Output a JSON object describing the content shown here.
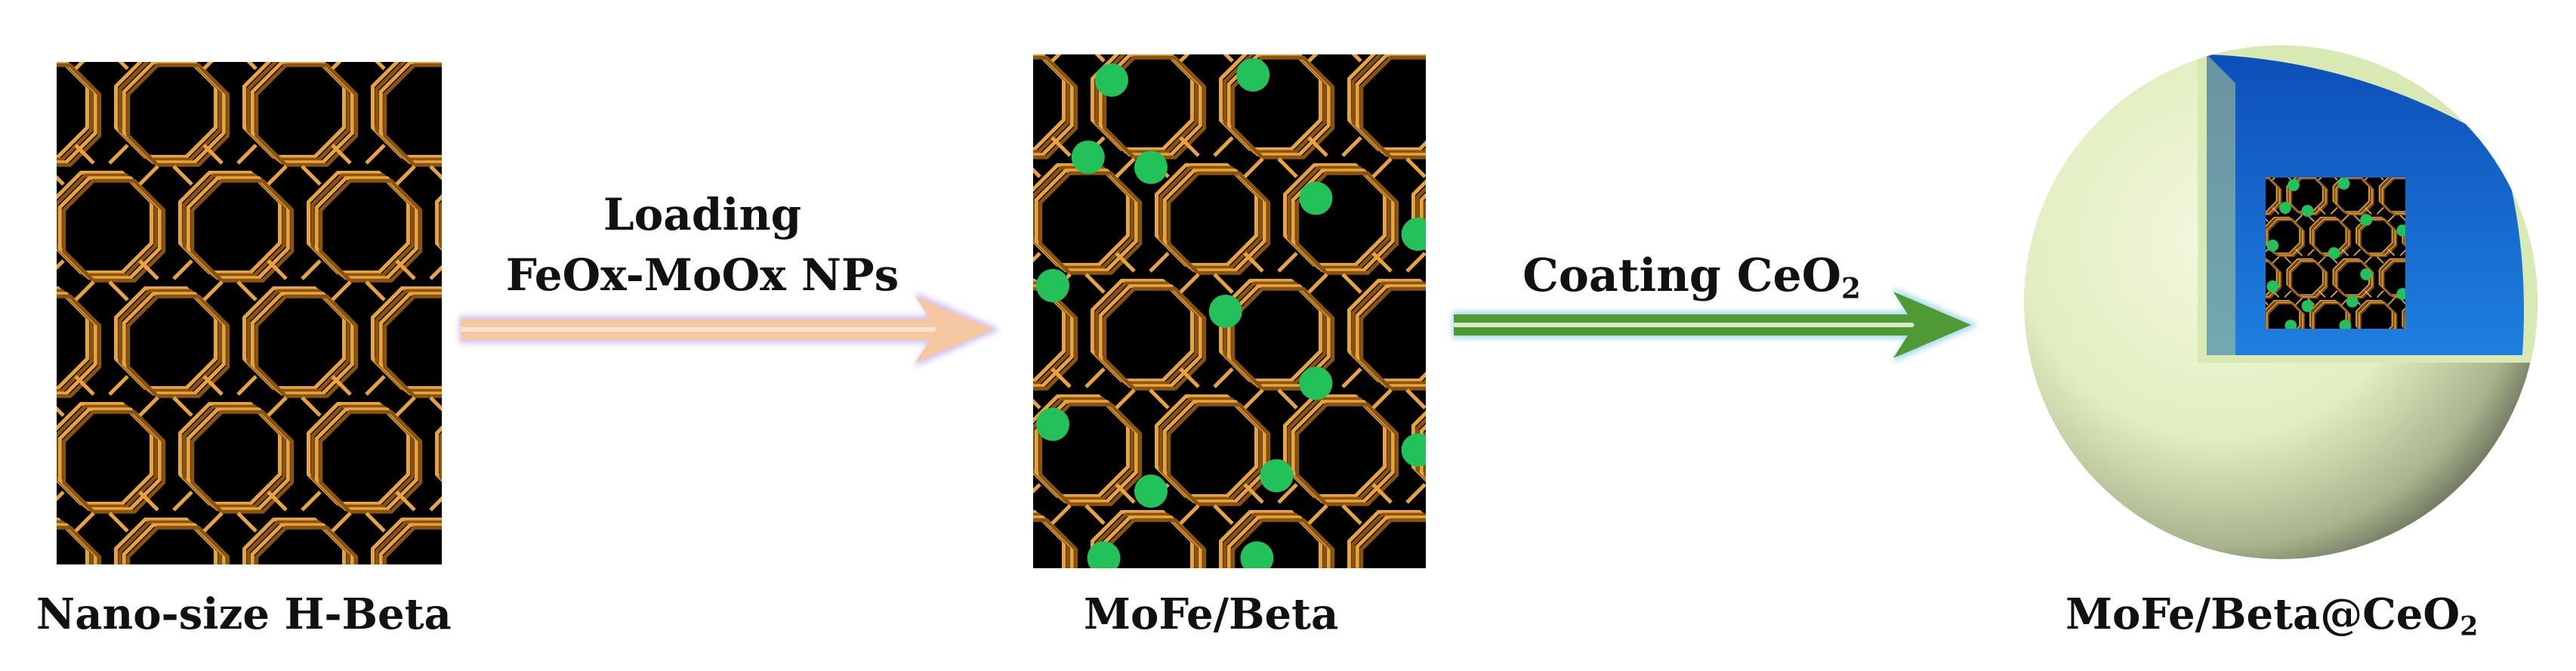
{
  "stages": [
    {
      "label": "Nano-size H-Beta"
    },
    {
      "label": "MoFe/Beta"
    },
    {
      "label_main": "MoFe/Beta@CeO",
      "label_sub": "2"
    }
  ],
  "steps": [
    {
      "line1": "Loading",
      "line2": "FeOx-MoOx NPs"
    },
    {
      "text_main": "Coating CeO",
      "text_sub": "2"
    }
  ],
  "colors": {
    "framework": "#e8a33a",
    "framework_dark": "#8a5410",
    "nanoparticle": "#22c15a",
    "arrow1": "#f6c7a3",
    "arrow1_glow": "#c9b8ee",
    "arrow2": "#4f9a35",
    "arrow2_glow": "#9fd3ee",
    "shell": "#e9f2c8",
    "core_blue": "#1a6fd6"
  }
}
